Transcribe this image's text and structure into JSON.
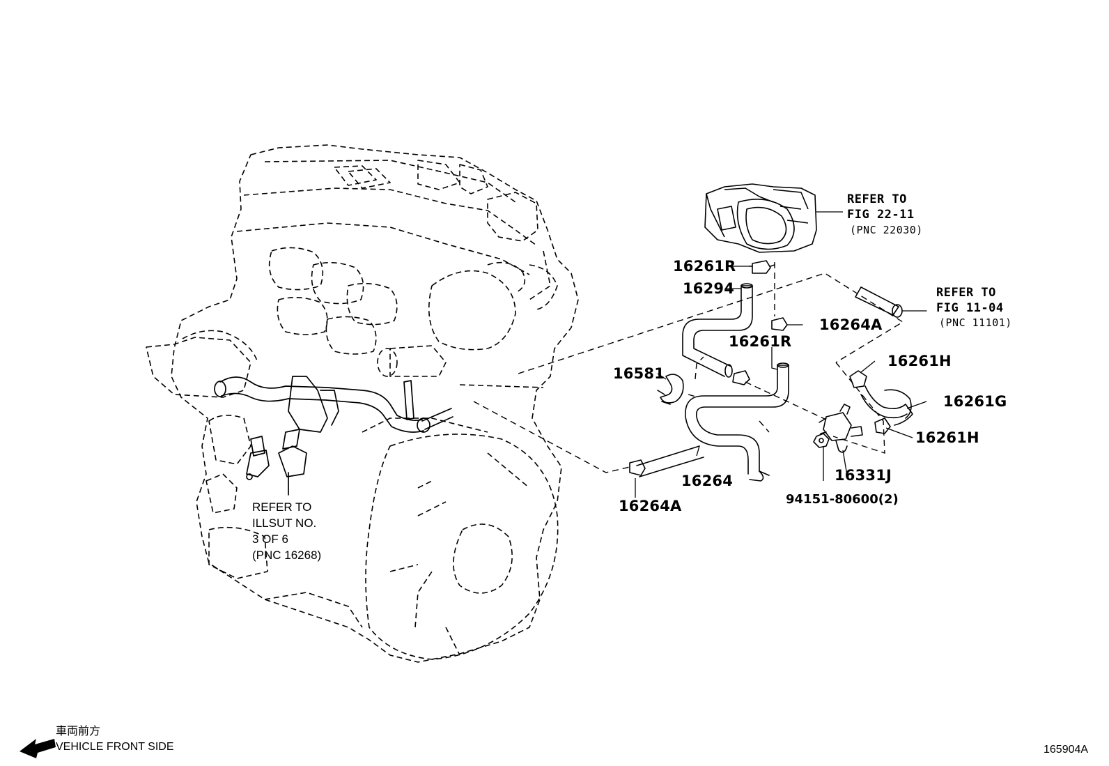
{
  "diagram": {
    "refs": {
      "throttle": {
        "line1": "REFER TO",
        "line2": "FIG 22-11",
        "line3": "(PNC 22030)"
      },
      "pipe": {
        "line1": "REFER TO",
        "line2": "FIG 11-04",
        "line3": "(PNC 11101)"
      },
      "illust": {
        "line1": "REFER TO",
        "line2": "ILLSUT NO.",
        "line3": "3 OF 6",
        "line4": "(PNC 16268)"
      }
    },
    "parts": {
      "p16261R_top": "16261R",
      "p16294": "16294",
      "p16264A_right": "16264A",
      "p16261R_mid": "16261R",
      "p16581": "16581",
      "p16264": "16264",
      "p16264A_bottom": "16264A",
      "p16261H_top": "16261H",
      "p16261G": "16261G",
      "p16261H_bottom": "16261H",
      "p16331J": "16331J",
      "p94151": "94151-80600(2)"
    },
    "direction": {
      "jp": "車両前方",
      "en": "VEHICLE FRONT SIDE"
    },
    "figure_code": "165904A"
  }
}
